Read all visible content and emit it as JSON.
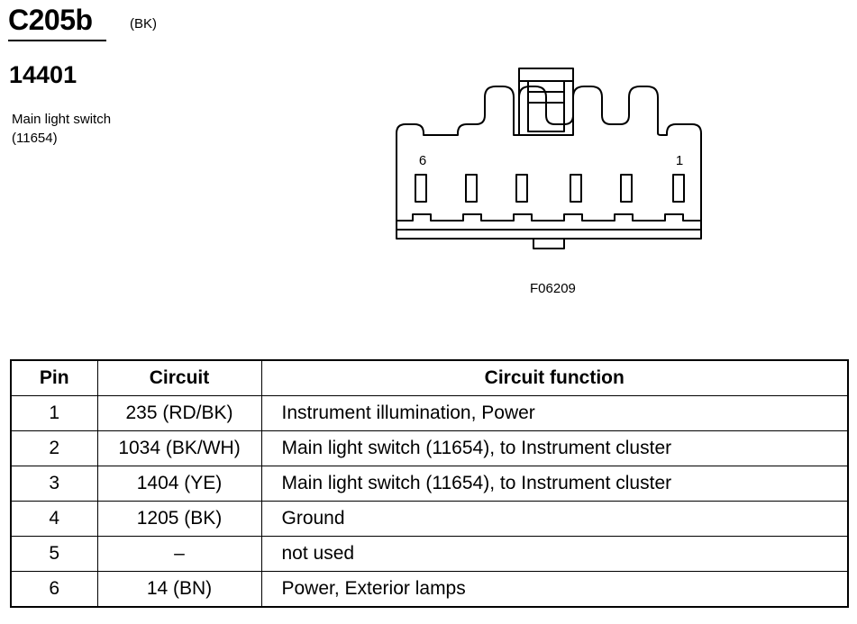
{
  "header": {
    "connector_id": "C205b",
    "connector_color": "(BK)",
    "component_number": "14401",
    "component_name": "Main light switch",
    "component_ref": "(11654)"
  },
  "diagram": {
    "pin_left_label": "6",
    "pin_right_label": "1",
    "figure_id": "F06209"
  },
  "table": {
    "headers": [
      "Pin",
      "Circuit",
      "Circuit function"
    ],
    "rows": [
      {
        "pin": "1",
        "circuit": "235 (RD/BK)",
        "function": "Instrument illumination, Power"
      },
      {
        "pin": "2",
        "circuit": "1034 (BK/WH)",
        "function": "Main light switch (11654), to Instrument cluster"
      },
      {
        "pin": "3",
        "circuit": "1404 (YE)",
        "function": "Main light switch (11654), to Instrument cluster"
      },
      {
        "pin": "4",
        "circuit": "1205 (BK)",
        "function": "Ground"
      },
      {
        "pin": "5",
        "circuit": "–",
        "function": "not used"
      },
      {
        "pin": "6",
        "circuit": "14 (BN)",
        "function": "Power, Exterior lamps"
      }
    ]
  }
}
